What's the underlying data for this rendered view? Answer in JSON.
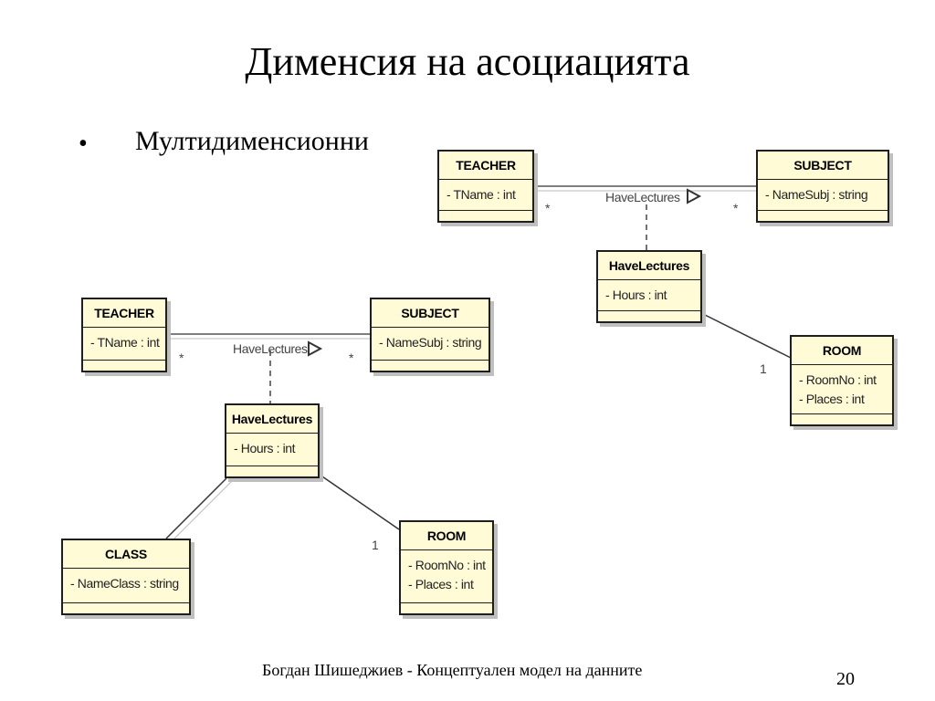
{
  "slide": {
    "title": "Дименсия на асоциацията",
    "bullet_symbol": "•",
    "bullet": "Мултидименсионни",
    "footer": "Богдан Шишеджиев - Концептуален модел на данните",
    "page_number": "20"
  },
  "diagram_top": {
    "teacher": {
      "name": "TEACHER",
      "attrs": [
        "- TName : int"
      ]
    },
    "subject": {
      "name": "SUBJECT",
      "attrs": [
        "- NameSubj : string"
      ]
    },
    "assoc_class": {
      "name": "HaveLectures",
      "attrs": [
        "- Hours : int"
      ]
    },
    "room": {
      "name": "ROOM",
      "attrs": [
        "- RoomNo : int",
        "- Places : int"
      ]
    },
    "association_label": "HaveLectures",
    "mult_teacher": "*",
    "mult_subject": "*",
    "mult_room": "1"
  },
  "diagram_bottom": {
    "teacher": {
      "name": "TEACHER",
      "attrs": [
        "- TName : int"
      ]
    },
    "subject": {
      "name": "SUBJECT",
      "attrs": [
        "- NameSubj : string"
      ]
    },
    "assoc_class": {
      "name": "HaveLectures",
      "attrs": [
        "- Hours : int"
      ]
    },
    "room": {
      "name": "ROOM",
      "attrs": [
        "- RoomNo : int",
        "- Places : int"
      ]
    },
    "class": {
      "name": "CLASS",
      "attrs": [
        "- NameClass : string"
      ]
    },
    "association_label": "HaveLectures",
    "mult_teacher": "*",
    "mult_subject": "*",
    "mult_room": "1"
  }
}
